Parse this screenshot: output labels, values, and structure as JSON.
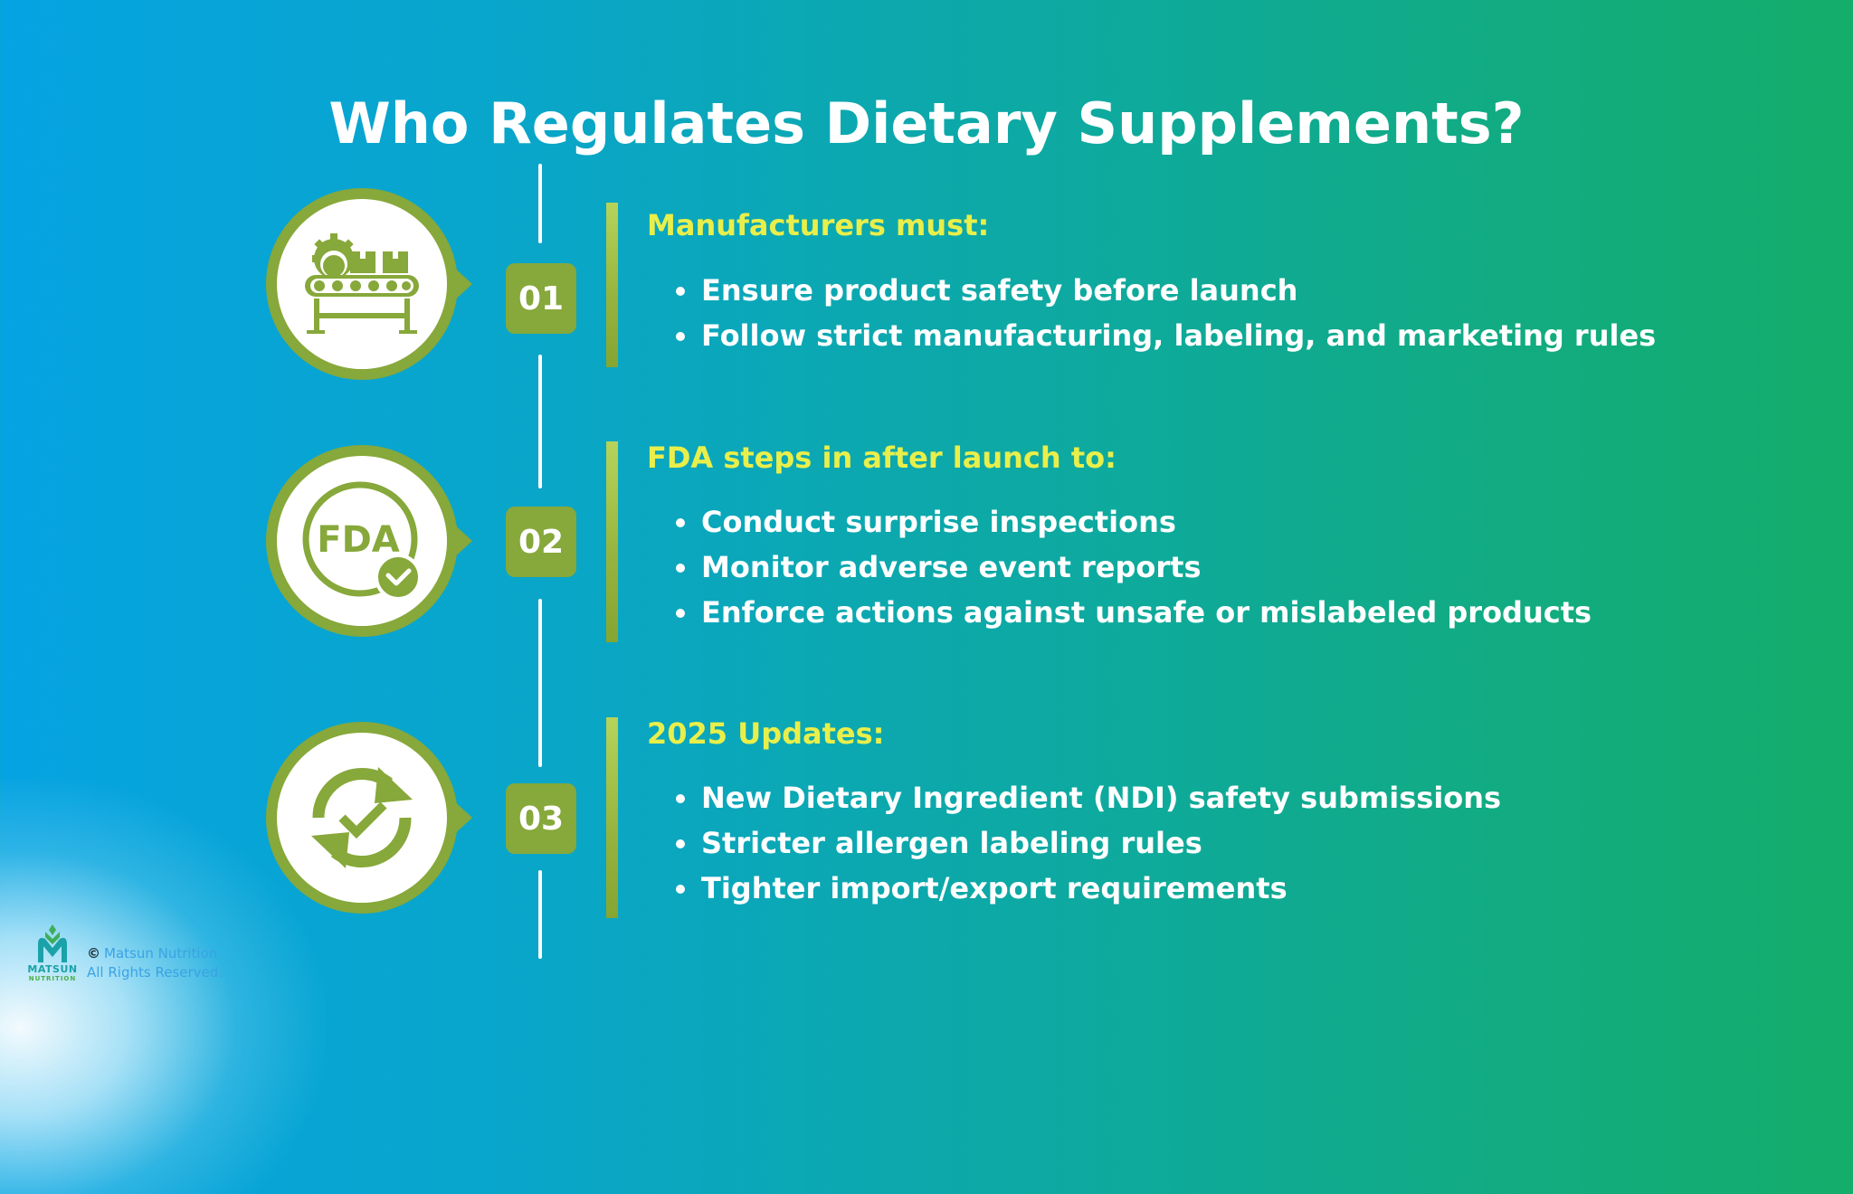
{
  "title": "Who Regulates Dietary Supplements?",
  "colors": {
    "background_left": "#05a3e2",
    "background_right": "#14ad6a",
    "accent_green": "#87a83a",
    "heading_yellow": "#e9ef4a",
    "text_white": "#ffffff"
  },
  "steps": [
    {
      "number": "01",
      "icon": "conveyor-belt-factory-icon",
      "heading": "Manufacturers must:",
      "bullets": [
        "Ensure product safety before launch",
        "Follow strict manufacturing, labeling, and marketing rules"
      ]
    },
    {
      "number": "02",
      "icon": "fda-approved-check-icon",
      "icon_text": "FDA",
      "heading": "FDA steps in after launch to:",
      "bullets": [
        "Conduct surprise inspections",
        "Monitor adverse event reports",
        "Enforce actions against unsafe or mislabeled products"
      ]
    },
    {
      "number": "03",
      "icon": "refresh-check-icon",
      "heading": "2025 Updates:",
      "bullets": [
        "New Dietary Ingredient (NDI) safety submissions",
        "Stricter allergen labeling rules",
        "Tighter import/export requirements"
      ]
    }
  ],
  "footer": {
    "logo_line1": "MATSUN",
    "logo_line2": "NUTRITION",
    "copyright_symbol": "©",
    "copyright_line1": "Matsun Nutrition.",
    "copyright_line2": "All Rights Reserved."
  }
}
